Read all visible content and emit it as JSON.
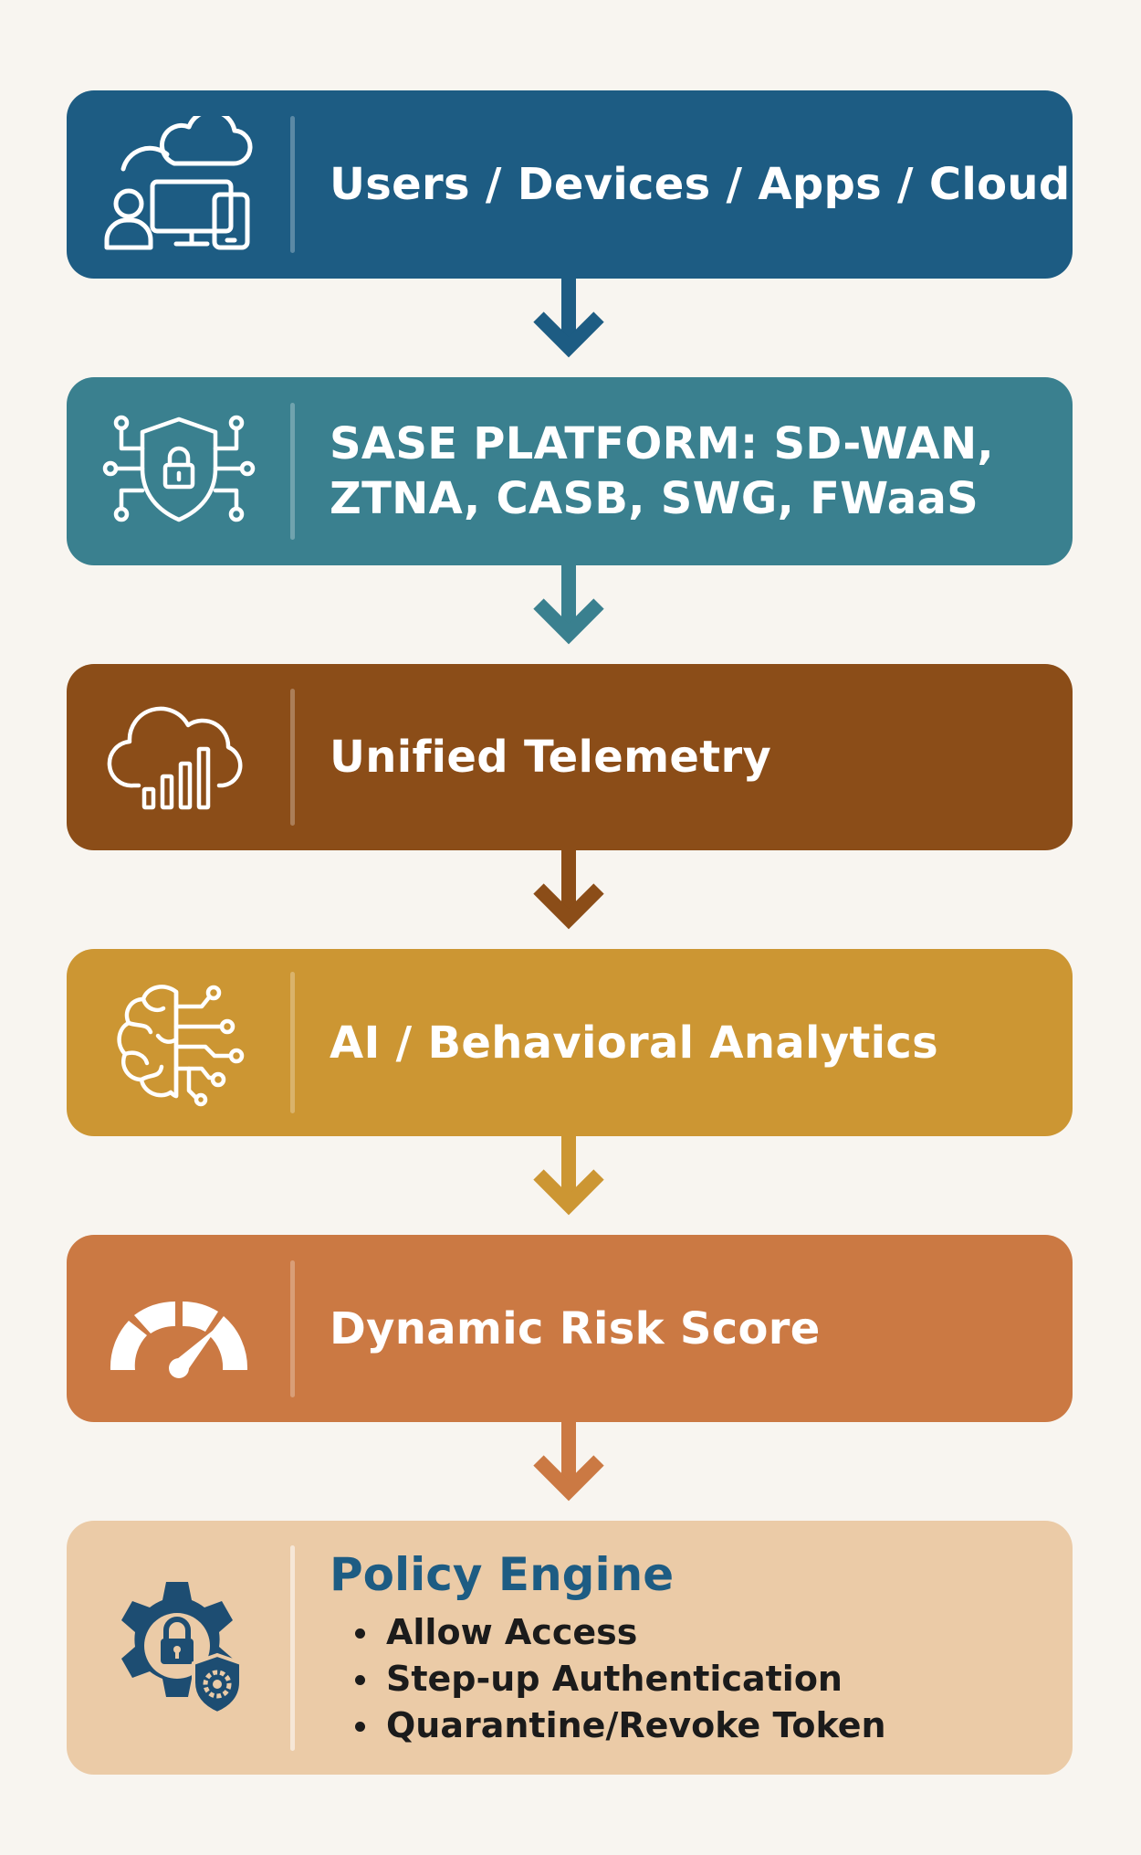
{
  "steps": [
    {
      "label": "Users / Devices / Apps / Cloud",
      "icon": "users-devices-cloud-icon",
      "color": "#1d5c83"
    },
    {
      "label": "SASE PLATFORM: SD-WAN,\nZTNA, CASB, SWG, FWaaS",
      "icon": "shield-lock-circuit-icon",
      "color": "#3a808f"
    },
    {
      "label": "Unified Telemetry",
      "icon": "cloud-bar-chart-icon",
      "color": "#8b4d18"
    },
    {
      "label": "AI / Behavioral Analytics",
      "icon": "brain-circuit-icon",
      "color": "#cc9633"
    },
    {
      "label": "Dynamic Risk Score",
      "icon": "gauge-icon",
      "color": "#cb7943"
    }
  ],
  "policy": {
    "title": "Policy Engine",
    "icon": "gear-lock-shield-icon",
    "color": "#ebcba7",
    "items": [
      "Allow Access",
      "Step-up Authentication",
      "Quarantine/Revoke Token"
    ]
  },
  "arrows": {
    "colors": [
      "#1d5c83",
      "#3a808f",
      "#8b4d18",
      "#cc9633",
      "#cb7943"
    ],
    "icon": "arrow-down-icon"
  }
}
